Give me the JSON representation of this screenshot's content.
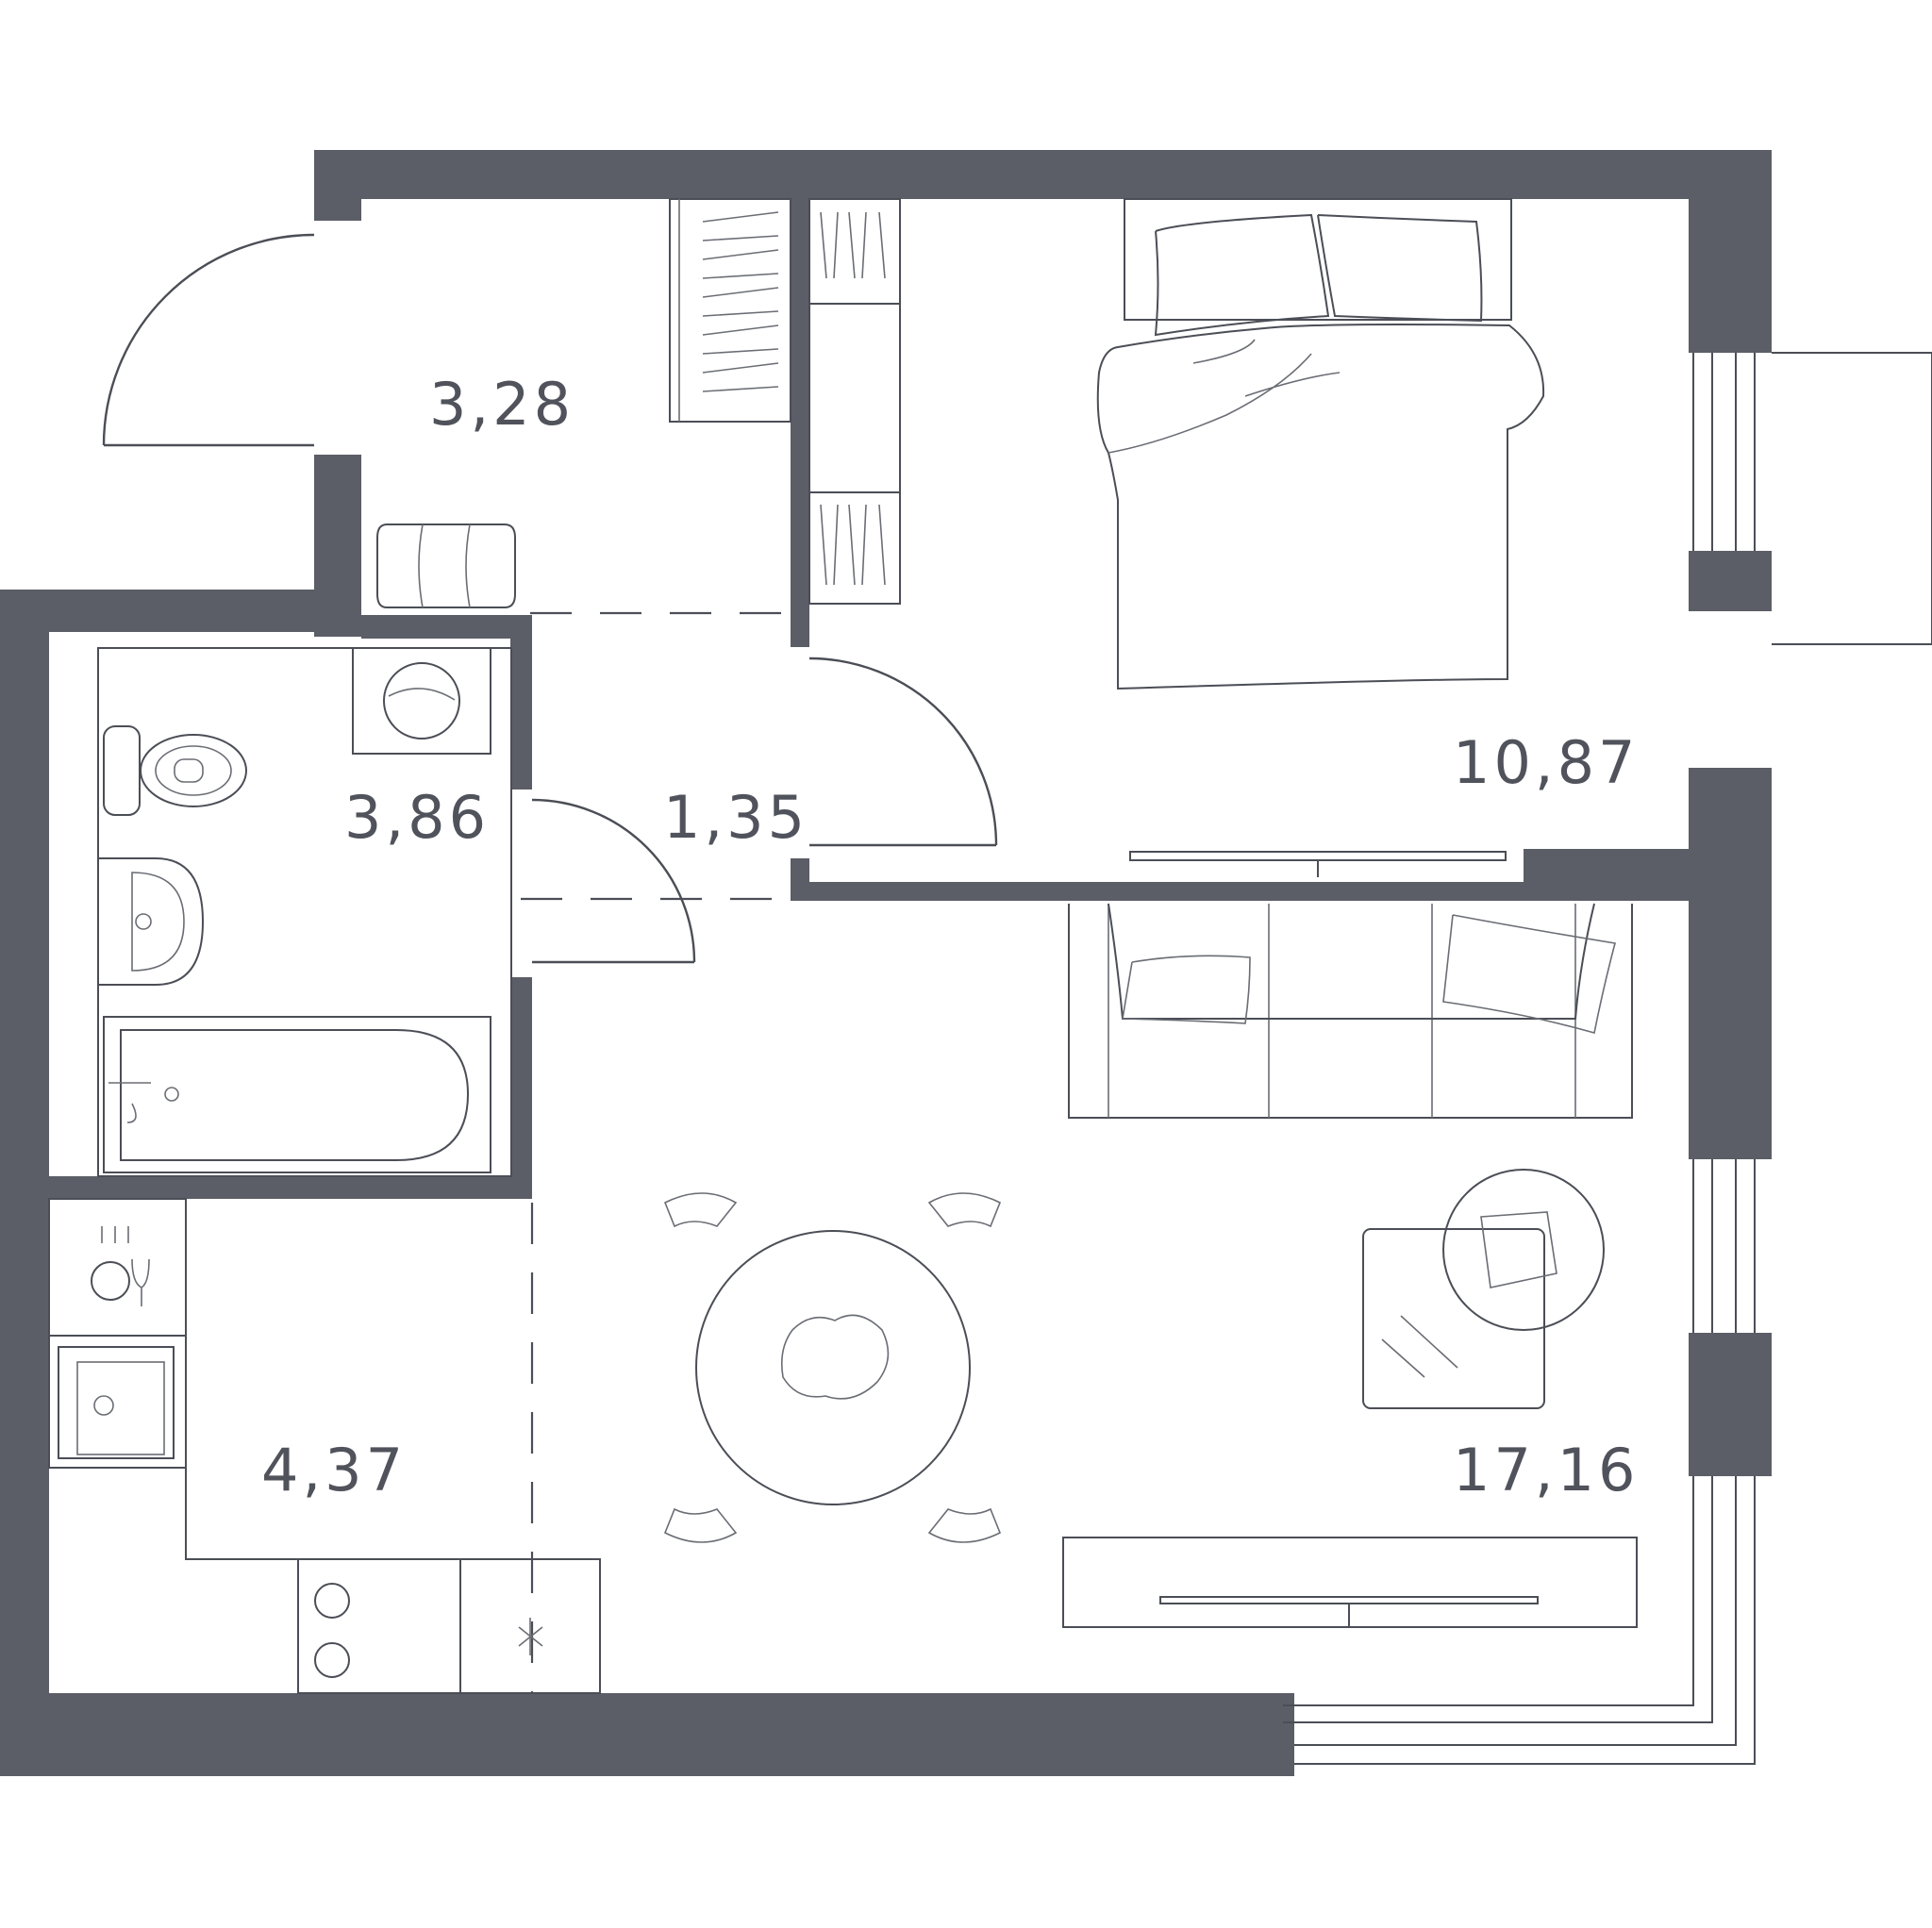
{
  "rooms": [
    {
      "id": "hallway",
      "area": "3,28"
    },
    {
      "id": "bathroom",
      "area": "3,86"
    },
    {
      "id": "corridor",
      "area": "1,35"
    },
    {
      "id": "bedroom",
      "area": "10,87"
    },
    {
      "id": "kitchen",
      "area": "4,37"
    },
    {
      "id": "living-room",
      "area": "17,16"
    }
  ],
  "colors": {
    "wall": "#5b5e66",
    "line": "#4b4e56",
    "background": "#ffffff"
  }
}
